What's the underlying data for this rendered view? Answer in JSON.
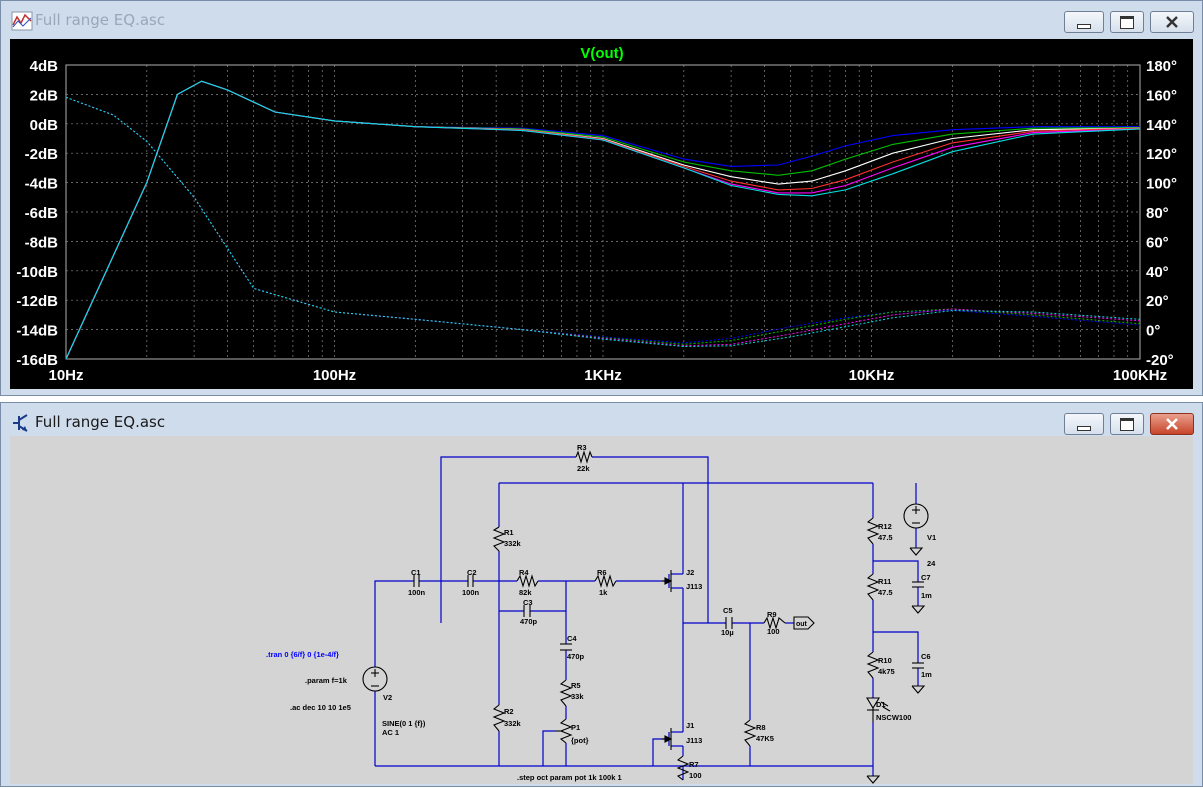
{
  "plot_window": {
    "title": "Full range EQ.asc",
    "icon": "waveform-plot-icon",
    "trace_label": "V(out)",
    "trace_label_color": "#00ff00"
  },
  "chart_data": {
    "type": "line",
    "title": "V(out)",
    "x_scale": "log",
    "xlim": [
      10,
      100000
    ],
    "x_ticks": [
      "10Hz",
      "100Hz",
      "1KHz",
      "10KHz",
      "100KHz"
    ],
    "y_left_ticks": [
      "4dB",
      "2dB",
      "0dB",
      "-2dB",
      "-4dB",
      "-6dB",
      "-8dB",
      "-10dB",
      "-12dB",
      "-14dB",
      "-16dB"
    ],
    "ylim_left": [
      -16,
      4
    ],
    "y_right_ticks": [
      "180°",
      "160°",
      "140°",
      "120°",
      "100°",
      "80°",
      "60°",
      "40°",
      "20°",
      "0°",
      "-20°"
    ],
    "ylim_right": [
      -20,
      180
    ],
    "grid": true,
    "magnitude_x": [
      10,
      20,
      26,
      32,
      40,
      60,
      100,
      200,
      500,
      1000,
      2000,
      3000,
      4500,
      6000,
      8000,
      12000,
      20000,
      40000,
      100000
    ],
    "magnitude_series": [
      {
        "color": "#0000ff",
        "values": [
          -16,
          -4,
          2,
          2.9,
          2.3,
          0.8,
          0.2,
          -0.2,
          -0.3,
          -0.8,
          -2.4,
          -2.9,
          -2.8,
          -2.2,
          -1.5,
          -0.8,
          -0.4,
          -0.2,
          -0.2
        ]
      },
      {
        "color": "#00c000",
        "values": [
          -16,
          -4,
          2,
          2.9,
          2.3,
          0.8,
          0.2,
          -0.2,
          -0.35,
          -0.9,
          -2.6,
          -3.2,
          -3.5,
          -3.2,
          -2.4,
          -1.4,
          -0.7,
          -0.3,
          -0.25
        ]
      },
      {
        "color": "#ffffff",
        "values": [
          -16,
          -4,
          2,
          2.9,
          2.3,
          0.8,
          0.2,
          -0.2,
          -0.4,
          -1.0,
          -2.8,
          -3.6,
          -4.1,
          -3.9,
          -3.2,
          -2.0,
          -1.0,
          -0.4,
          -0.3
        ]
      },
      {
        "color": "#ff3030",
        "values": [
          -16,
          -4,
          2,
          2.9,
          2.3,
          0.8,
          0.2,
          -0.2,
          -0.4,
          -1.05,
          -2.9,
          -3.9,
          -4.5,
          -4.4,
          -3.8,
          -2.6,
          -1.3,
          -0.5,
          -0.3
        ]
      },
      {
        "color": "#ff00ff",
        "values": [
          -16,
          -4,
          2,
          2.9,
          2.3,
          0.8,
          0.2,
          -0.2,
          -0.45,
          -1.1,
          -3.0,
          -4.1,
          -4.7,
          -4.7,
          -4.2,
          -3.0,
          -1.6,
          -0.6,
          -0.35
        ]
      },
      {
        "color": "#00e0e0",
        "values": [
          -16,
          -4,
          2,
          2.9,
          2.3,
          0.8,
          0.2,
          -0.2,
          -0.45,
          -1.1,
          -3.0,
          -4.2,
          -4.8,
          -4.9,
          -4.5,
          -3.4,
          -1.9,
          -0.7,
          -0.35
        ]
      }
    ],
    "phase_x": [
      10,
      15,
      20,
      30,
      50,
      100,
      200,
      500,
      1000,
      2000,
      3000,
      5000,
      8000,
      12000,
      20000,
      40000,
      100000
    ],
    "phase_series": [
      {
        "color": "#0000ff",
        "values": [
          158,
          146,
          128,
          90,
          28,
          12,
          7,
          0,
          -5,
          -9,
          -6,
          2,
          8,
          12,
          13,
          9,
          3
        ]
      },
      {
        "color": "#00c000",
        "values": [
          158,
          146,
          128,
          90,
          28,
          12,
          7,
          0,
          -5.5,
          -10,
          -7.5,
          0,
          7,
          12,
          14,
          10,
          4
        ]
      },
      {
        "color": "#ff00ff",
        "values": [
          158,
          146,
          128,
          90,
          28,
          12,
          7,
          0,
          -6,
          -11,
          -10,
          -3,
          4,
          10,
          14,
          11,
          6
        ]
      },
      {
        "color": "#00e0e0",
        "values": [
          158,
          146,
          128,
          90,
          28,
          12,
          7,
          0,
          -6.5,
          -11.5,
          -11,
          -5,
          2,
          8,
          13,
          12,
          7
        ]
      }
    ]
  },
  "schematic_window": {
    "title": "Full range EQ.asc",
    "icon": "transistor-icon"
  },
  "schematic": {
    "components": [
      {
        "ref": "R3",
        "value": "22k"
      },
      {
        "ref": "R1",
        "value": "332k"
      },
      {
        "ref": "R2",
        "value": "332k"
      },
      {
        "ref": "R4",
        "value": "82k"
      },
      {
        "ref": "R5",
        "value": "33k"
      },
      {
        "ref": "R6",
        "value": "1k"
      },
      {
        "ref": "R7",
        "value": "100"
      },
      {
        "ref": "R8",
        "value": "47K5"
      },
      {
        "ref": "R9",
        "value": "100"
      },
      {
        "ref": "R10",
        "value": "4k75"
      },
      {
        "ref": "R11",
        "value": "47.5"
      },
      {
        "ref": "R12",
        "value": "47.5"
      },
      {
        "ref": "C1",
        "value": "100n"
      },
      {
        "ref": "C2",
        "value": "100n"
      },
      {
        "ref": "C3",
        "value": "470p"
      },
      {
        "ref": "C4",
        "value": "470p"
      },
      {
        "ref": "C5",
        "value": "10µ"
      },
      {
        "ref": "C6",
        "value": "1m"
      },
      {
        "ref": "C7",
        "value": "1m"
      },
      {
        "ref": "J1",
        "value": "J113"
      },
      {
        "ref": "J2",
        "value": "J113"
      },
      {
        "ref": "P1",
        "value": "{pot}"
      },
      {
        "ref": "D1",
        "value": "NSCW100"
      },
      {
        "ref": "V1",
        "value": "24"
      },
      {
        "ref": "V2",
        "value": "SINE(0 1 {f})",
        "value2": "AC 1"
      }
    ],
    "net_label_out": "out",
    "directives": {
      "tran": ".tran 0 {6/f} 0 {1e-4/f}",
      "param": ".param f=1k",
      "ac": ".ac dec 10 10 1e5",
      "step": ".step oct param pot 1k 100k 1"
    },
    "wire_color": "#0000cc",
    "directive_color": "#0000ff"
  }
}
